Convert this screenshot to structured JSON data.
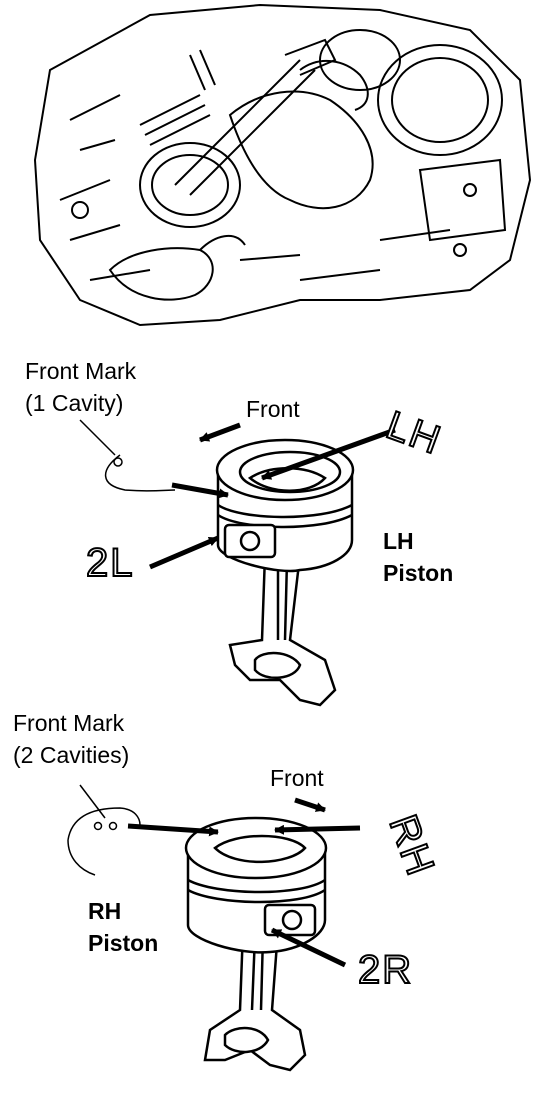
{
  "lh_section": {
    "front_mark_line1": "Front Mark",
    "front_mark_line2": "(1 Cavity)",
    "front_label": "Front",
    "side_mark": "LH",
    "rod_mark": "2L",
    "piston_line1": "LH",
    "piston_line2": "Piston"
  },
  "rh_section": {
    "front_mark_line1": "Front Mark",
    "front_mark_line2": "(2 Cavities)",
    "front_label": "Front",
    "side_mark": "RH",
    "rod_mark": "2R",
    "piston_line1": "RH",
    "piston_line2": "Piston"
  }
}
